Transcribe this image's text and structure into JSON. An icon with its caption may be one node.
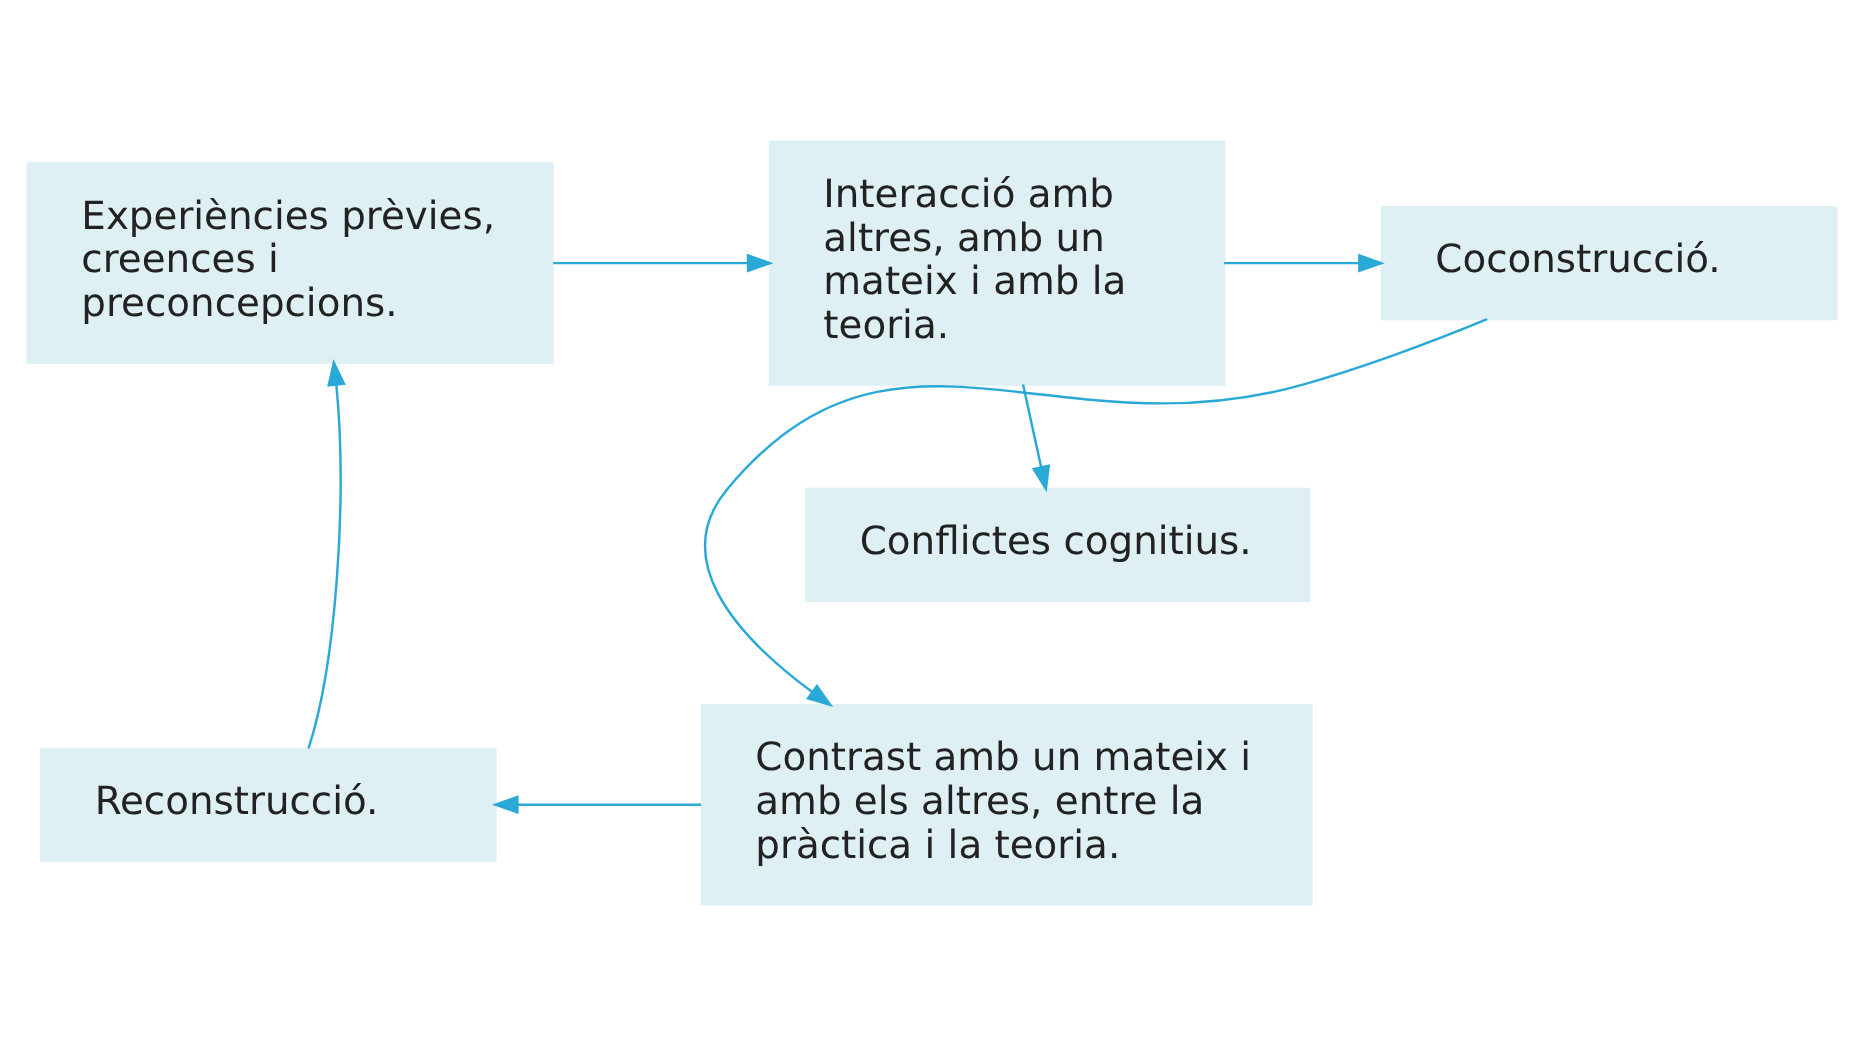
{
  "diagram": {
    "nodes": [
      {
        "text": [
          "Experiències prèvies, creences i preconcepcions."
        ]
      },
      {
        "text": [
          "Interacció amb altres, amb un mateix i amb la teoria."
        ]
      },
      {
        "text": [
          "Coconstrucció."
        ]
      },
      {
        "text": [
          "Conflictes cognitius."
        ]
      },
      {
        "text": [
          "Reconstrucció."
        ]
      },
      {
        "text": [
          "Contrast amb un mateix i amb els altres, entre la pràctica i la teoria."
        ]
      }
    ],
    "edges": [
      {
        "from": 0,
        "to": 1,
        "arrow": "to"
      },
      {
        "from": 1,
        "to": 2,
        "arrow": "to"
      },
      {
        "from": 1,
        "to": 3,
        "arrow": "to"
      },
      {
        "from": 2,
        "to": 5,
        "arrow": "to"
      },
      {
        "from": 5,
        "to": 4,
        "arrow": "to"
      },
      {
        "from": 4,
        "to": 0,
        "arrow": "to"
      }
    ]
  }
}
